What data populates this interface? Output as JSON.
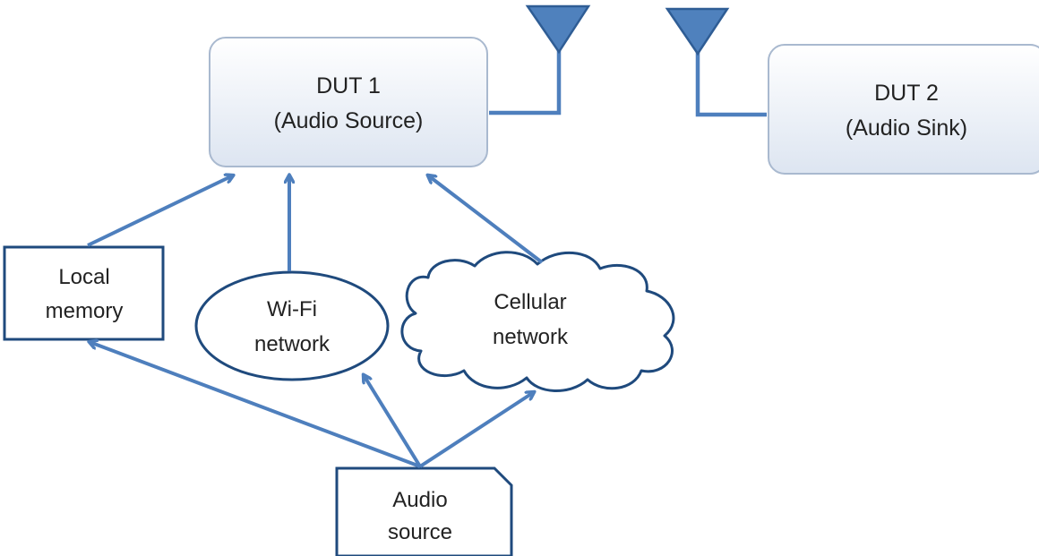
{
  "colors": {
    "line": "#4e7fbd",
    "box_border": "#1f4a7d",
    "rounded_fill_top": "#ffffff",
    "rounded_fill_bottom": "#dde5f1",
    "rounded_border": "#a9b9cf",
    "antenna_fill": "#4f81bd",
    "antenna_stroke": "#2f5d95",
    "text": "#222222"
  },
  "nodes": {
    "dut1": {
      "line1": "DUT 1",
      "line2": "(Audio Source)"
    },
    "dut2": {
      "line1": "DUT 2",
      "line2": "(Audio Sink)"
    },
    "local_memory": {
      "line1": "Local",
      "line2": "memory"
    },
    "wifi": {
      "line1": "Wi-Fi",
      "line2": "network"
    },
    "cellular": {
      "line1": "Cellular",
      "line2": "network"
    },
    "audio_source": {
      "line1": "Audio",
      "line2": "source"
    }
  },
  "icons": {
    "antenna_left": "antenna-icon",
    "antenna_right": "antenna-icon"
  }
}
